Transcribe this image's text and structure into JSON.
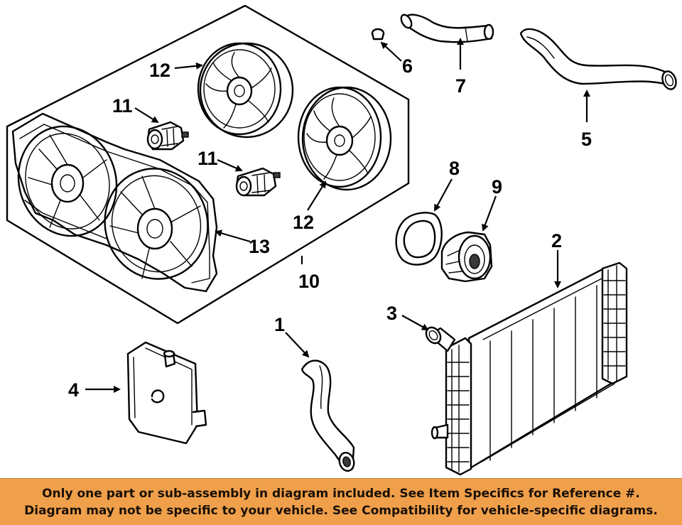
{
  "callouts": {
    "c1": "1",
    "c2": "2",
    "c3": "3",
    "c4": "4",
    "c5": "5",
    "c6": "6",
    "c7": "7",
    "c8": "8",
    "c9": "9",
    "c10": "10",
    "c11a": "11",
    "c11b": "11",
    "c12a": "12",
    "c12b": "12",
    "c13": "13"
  },
  "banner": {
    "line1": "Only one part or sub-assembly in diagram included. See Item Specifics for Reference #.",
    "line2": "Diagram may not be specific to your vehicle. See Compatibility for vehicle-specific diagrams."
  },
  "colors": {
    "banner_bg": "#f0a04b",
    "banner_text": "#1a1006",
    "line_art": "#000000"
  }
}
